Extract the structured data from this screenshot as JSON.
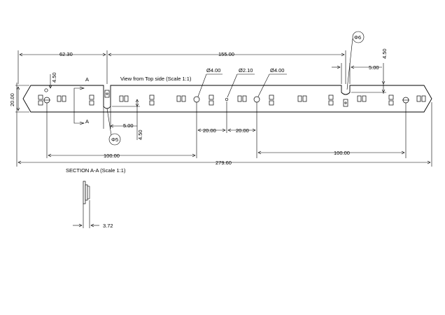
{
  "view_title": "View from Top side (Scale 1:1)",
  "section_title": "SECTION A-A (Scale 1:1)",
  "section_marker": "A",
  "dimensions": {
    "d_62_30": "62.30",
    "d_155": "155.00",
    "d_279_60": "279.60",
    "d_20_left": "20.00",
    "d_4_50_left": "4.50",
    "d_5_left": "5.00",
    "d_4_50_mid": "4.50",
    "d_4_50_right": "4.50",
    "d_5_right": "5.00",
    "d_20_a": "20.00",
    "d_20_b": "20.00",
    "d_100_left": "100.00",
    "d_100_right": "100.00",
    "d_3_72": "3.72"
  },
  "callouts": {
    "hole_4_a": "Ø4.00",
    "hole_2_1": "Ø2.10",
    "hole_4_b": "Ø4.00",
    "slot_5": "Φ5",
    "slot_6": "Φ6"
  },
  "colors": {
    "line": "#000000",
    "background": "#ffffff"
  }
}
